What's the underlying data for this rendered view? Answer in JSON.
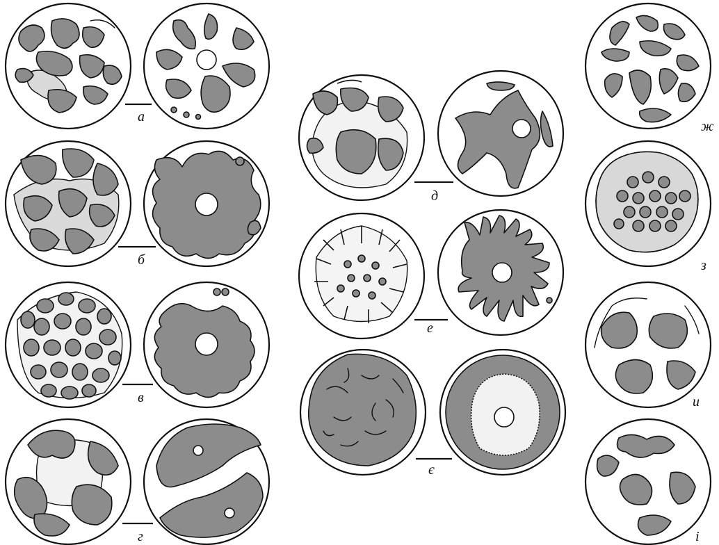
{
  "labels": {
    "a": "а",
    "b": "б",
    "v": "в",
    "g": "г",
    "d": "д",
    "e": "е",
    "ye": "є",
    "zh": "ж",
    "z": "з",
    "y": "и",
    "i": "і"
  }
}
